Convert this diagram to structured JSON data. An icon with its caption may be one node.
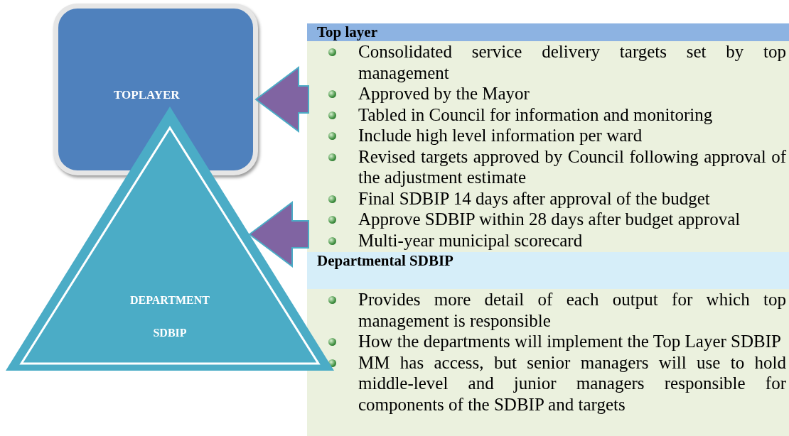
{
  "diagram": {
    "nodes": [
      {
        "text": [
          "TOPLAYER"
        ]
      },
      {
        "text": [
          "DEPARTMENT SDBIP"
        ]
      },
      {
        "text": [
          "Top layer",
          "Consolidated service delivery targets set by top management",
          "Approved by the Mayor",
          "Tabled in Council for information and monitoring",
          "Include high level information per ward",
          "Revised targets approved by Council following approval of the adjustment estimate",
          "Final SDBIP 14 days after approval of the budget",
          "Approve SDBIP within 28 days after budget approval",
          "Multi-year municipal scorecard"
        ]
      },
      {
        "text": [
          "Departmental SDBIP",
          "Provides more detail of each output for which top management is responsible",
          "How the departments will implement the Top Layer SDBIP",
          "MM has access, but senior managers will use to hold middle-level and junior managers responsible for components of the SDBIP and targets"
        ]
      }
    ],
    "edges": [
      {
        "from": 2,
        "to": 0,
        "arrow": "to"
      },
      {
        "from": 3,
        "to": 1,
        "arrow": "to"
      }
    ]
  }
}
